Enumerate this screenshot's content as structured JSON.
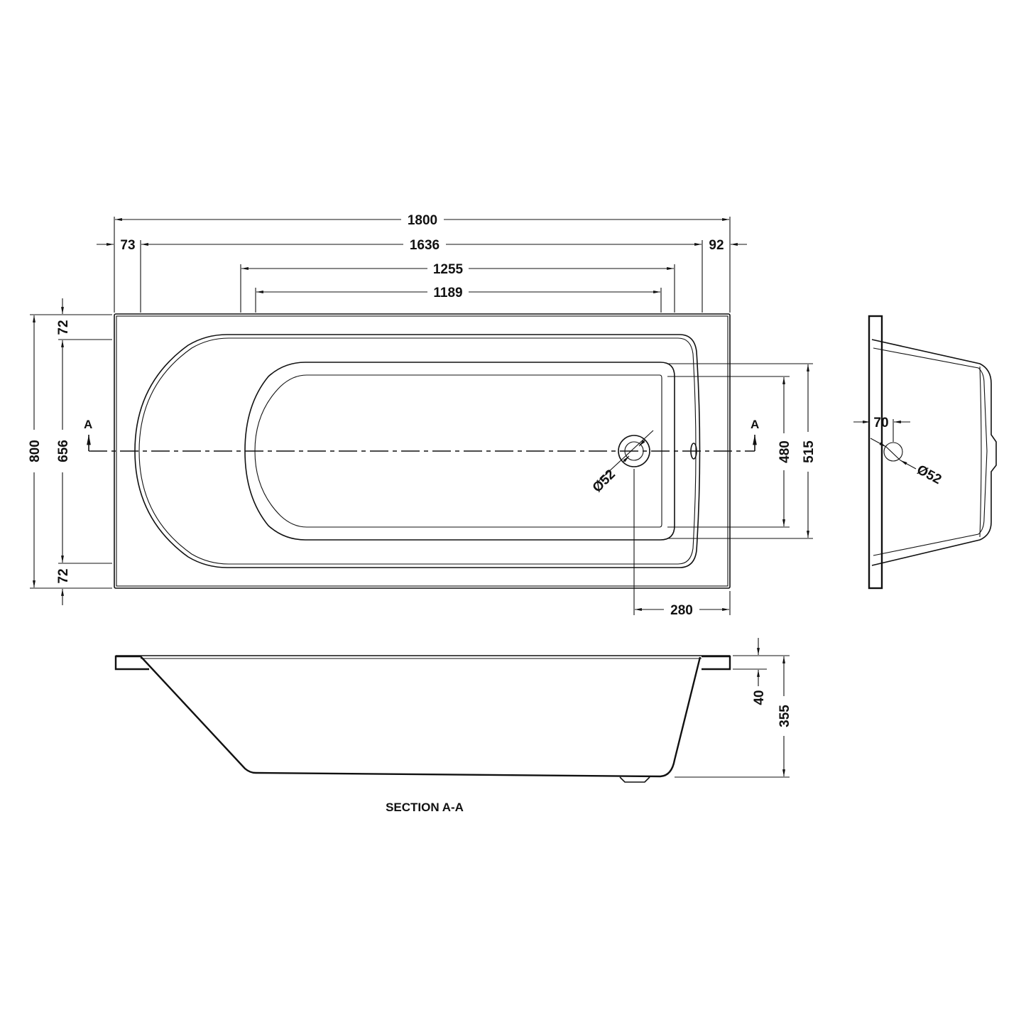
{
  "plan_view": {
    "overall_length": "1800",
    "left_rim": "73",
    "inner_length": "1636",
    "right_rim": "92",
    "bath_length_outer": "1255",
    "bath_length_inner": "1189",
    "overall_width": "800",
    "top_rim": "72",
    "inner_width": "656",
    "bottom_rim": "72",
    "floor_width_inner": "480",
    "floor_width_outer": "515",
    "waste_offset": "280",
    "waste_diameter": "Ø52",
    "section_marker_left": "A",
    "section_marker_right": "A"
  },
  "end_view": {
    "overflow_offset": "70",
    "overflow_diameter": "Ø52"
  },
  "section_view": {
    "rim_thickness": "40",
    "overall_depth": "355",
    "title": "SECTION A-A"
  },
  "colors": {
    "line": "#111111",
    "background": "#ffffff"
  }
}
